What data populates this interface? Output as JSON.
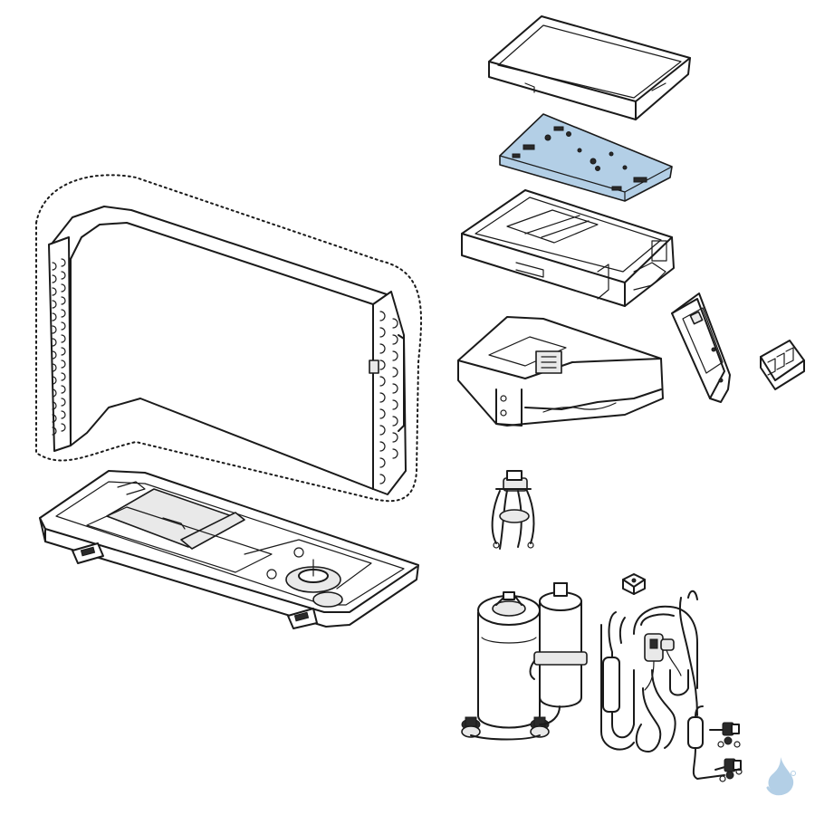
{
  "diagram": {
    "highlight_color": "#b3cfe6",
    "line_color": "#1a1a1a",
    "parts": [
      {
        "id": "top-cover",
        "highlighted": false
      },
      {
        "id": "control-board",
        "highlighted": true
      },
      {
        "id": "electrical-box",
        "highlighted": false
      },
      {
        "id": "partition-plate",
        "highlighted": false
      },
      {
        "id": "support-bracket",
        "highlighted": false
      },
      {
        "id": "terminal-block",
        "highlighted": false
      },
      {
        "id": "condenser-coil",
        "highlighted": false
      },
      {
        "id": "base-pan",
        "highlighted": false
      },
      {
        "id": "four-way-valve",
        "highlighted": false
      },
      {
        "id": "compressor",
        "highlighted": false
      },
      {
        "id": "accumulator",
        "highlighted": false
      },
      {
        "id": "piping-assembly",
        "highlighted": false
      },
      {
        "id": "sensor-block",
        "highlighted": false
      },
      {
        "id": "service-valves",
        "highlighted": false
      }
    ],
    "logo_icon": "water-drop-logo-icon"
  }
}
